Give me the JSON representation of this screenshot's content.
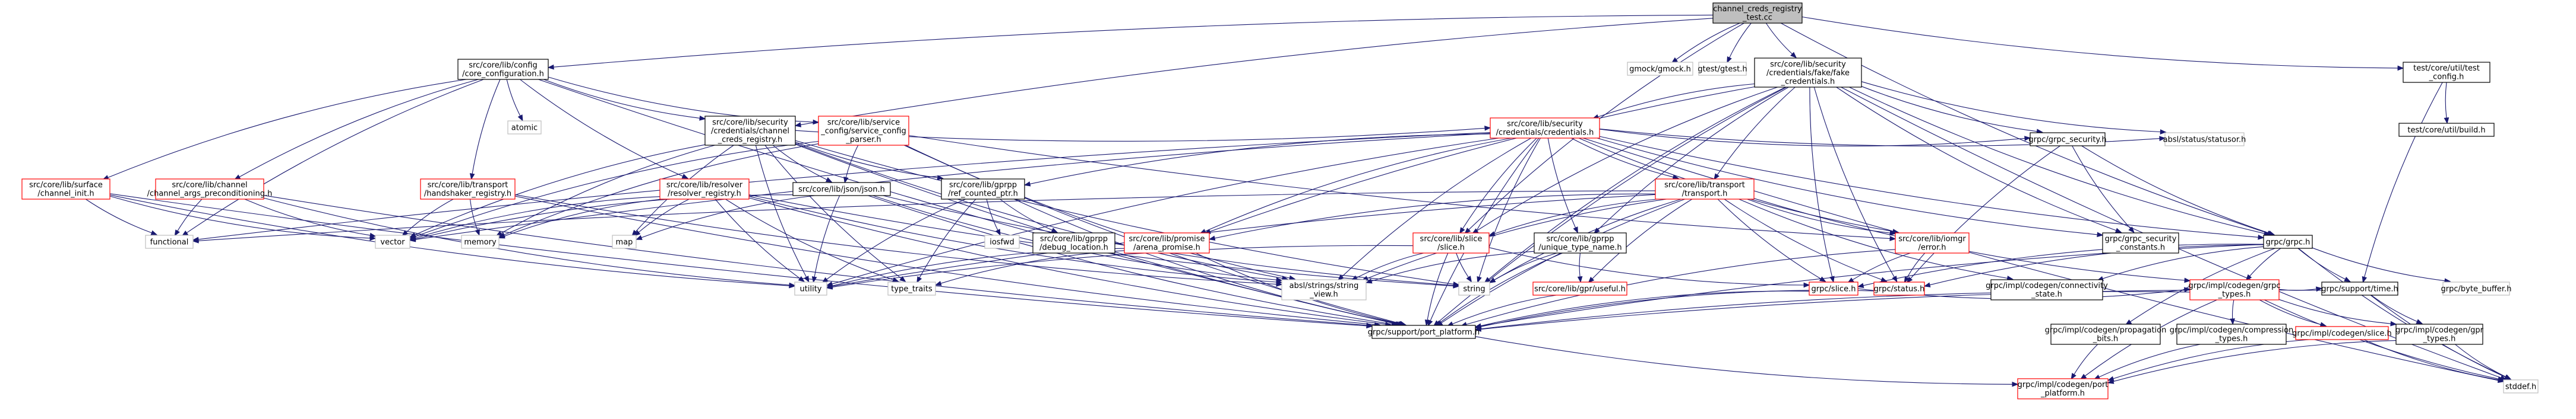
{
  "colors": {
    "edge": "#191970",
    "root_fill": "#bfbfbf",
    "node_fill": "#ffffff",
    "node_border": "#000000",
    "red_border": "#ff0000",
    "gray_border": "#bfbfbf",
    "gray_text": "#7f7f7f"
  },
  "nodes": [
    {
      "id": "root",
      "lines": [
        "channel_creds_registry",
        "_test.cc"
      ],
      "style": "root"
    },
    {
      "id": "config",
      "lines": [
        "src/core/lib/config",
        "/core_configuration.h"
      ],
      "style": "black"
    },
    {
      "id": "gmock",
      "lines": [
        "gmock/gmock.h"
      ],
      "style": "gray"
    },
    {
      "id": "gtest",
      "lines": [
        "gtest/gtest.h"
      ],
      "style": "gray"
    },
    {
      "id": "fakecreds",
      "lines": [
        "src/core/lib/security",
        "/credentials/fake/fake",
        "_credentials.h"
      ],
      "style": "black"
    },
    {
      "id": "testcfg",
      "lines": [
        "test/core/util/test",
        "_config.h"
      ],
      "style": "black"
    },
    {
      "id": "buildh",
      "lines": [
        "test/core/util/build.h"
      ],
      "style": "black"
    },
    {
      "id": "atomic",
      "lines": [
        "atomic"
      ],
      "style": "gray"
    },
    {
      "id": "chcredsreg",
      "lines": [
        "src/core/lib/security",
        "/credentials/channel",
        "_creds_registry.h"
      ],
      "style": "black"
    },
    {
      "id": "svcconfig",
      "lines": [
        "src/core/lib/service",
        "_config/service_config",
        "_parser.h"
      ],
      "style": "red"
    },
    {
      "id": "credsh",
      "lines": [
        "src/core/lib/security",
        "/credentials/credentials.h"
      ],
      "style": "red"
    },
    {
      "id": "surface",
      "lines": [
        "src/core/lib/surface",
        "/channel_init.h"
      ],
      "style": "red"
    },
    {
      "id": "chargs",
      "lines": [
        "src/core/lib/channel",
        "/channel_args_preconditioning.h"
      ],
      "style": "red"
    },
    {
      "id": "handshaker",
      "lines": [
        "src/core/lib/transport",
        "/handshaker_registry.h"
      ],
      "style": "red"
    },
    {
      "id": "resolver",
      "lines": [
        "src/core/lib/resolver",
        "/resolver_registry.h"
      ],
      "style": "red"
    },
    {
      "id": "jsonh",
      "lines": [
        "src/core/lib/json/json.h"
      ],
      "style": "black"
    },
    {
      "id": "refcounted",
      "lines": [
        "src/core/lib/gprpp",
        "/ref_counted_ptr.h"
      ],
      "style": "black"
    },
    {
      "id": "transporth",
      "lines": [
        "src/core/lib/transport",
        "/transport.h"
      ],
      "style": "red"
    },
    {
      "id": "grpcsecurity",
      "lines": [
        "grpc/grpc_security.h"
      ],
      "style": "black"
    },
    {
      "id": "statusor",
      "lines": [
        "absl/status/statusor.h"
      ],
      "style": "gray"
    },
    {
      "id": "securityconst",
      "lines": [
        "grpc/grpc_security",
        "_constants.h"
      ],
      "style": "black"
    },
    {
      "id": "grpch",
      "lines": [
        "grpc/grpc.h"
      ],
      "style": "black"
    },
    {
      "id": "functional",
      "lines": [
        "functional"
      ],
      "style": "gray"
    },
    {
      "id": "vector",
      "lines": [
        "vector"
      ],
      "style": "gray"
    },
    {
      "id": "memory",
      "lines": [
        "memory"
      ],
      "style": "gray"
    },
    {
      "id": "map",
      "lines": [
        "map"
      ],
      "style": "gray"
    },
    {
      "id": "iosfwd",
      "lines": [
        "iosfwd"
      ],
      "style": "gray"
    },
    {
      "id": "debugloc",
      "lines": [
        "src/core/lib/gprpp",
        "/debug_location.h"
      ],
      "style": "black"
    },
    {
      "id": "arena",
      "lines": [
        "src/core/lib/promise",
        "/arena_promise.h"
      ],
      "style": "red"
    },
    {
      "id": "sliceh",
      "lines": [
        "src/core/lib/slice",
        "/slice.h"
      ],
      "style": "red"
    },
    {
      "id": "uniquetype",
      "lines": [
        "src/core/lib/gprpp",
        "/unique_type_name.h"
      ],
      "style": "black"
    },
    {
      "id": "iomgrerror",
      "lines": [
        "src/core/lib/iomgr",
        "/error.h"
      ],
      "style": "red"
    },
    {
      "id": "utility",
      "lines": [
        "utility"
      ],
      "style": "gray"
    },
    {
      "id": "typetraits",
      "lines": [
        "type_traits"
      ],
      "style": "gray"
    },
    {
      "id": "stringview",
      "lines": [
        "absl/strings/string",
        "_view.h"
      ],
      "style": "gray"
    },
    {
      "id": "string",
      "lines": [
        "string"
      ],
      "style": "gray"
    },
    {
      "id": "useful",
      "lines": [
        "src/core/lib/gpr/useful.h"
      ],
      "style": "red"
    },
    {
      "id": "grpcslice",
      "lines": [
        "grpc/slice.h"
      ],
      "style": "red"
    },
    {
      "id": "grpcstatus",
      "lines": [
        "grpc/status.h"
      ],
      "style": "red"
    },
    {
      "id": "connstate",
      "lines": [
        "grpc/impl/codegen/connectivity",
        "_state.h"
      ],
      "style": "black"
    },
    {
      "id": "grpctypes",
      "lines": [
        "grpc/impl/codegen/grpc",
        "_types.h"
      ],
      "style": "red"
    },
    {
      "id": "timeh",
      "lines": [
        "grpc/support/time.h"
      ],
      "style": "black"
    },
    {
      "id": "bytebuffer",
      "lines": [
        "grpc/byte_buffer.h"
      ],
      "style": "gray"
    },
    {
      "id": "portplatform",
      "lines": [
        "grpc/support/port_platform.h"
      ],
      "style": "black"
    },
    {
      "id": "propagation",
      "lines": [
        "grpc/impl/codegen/propagation",
        "_bits.h"
      ],
      "style": "black"
    },
    {
      "id": "compression",
      "lines": [
        "grpc/impl/codegen/compression",
        "_types.h"
      ],
      "style": "black"
    },
    {
      "id": "codegenslice",
      "lines": [
        "grpc/impl/codegen/slice.h"
      ],
      "style": "red"
    },
    {
      "id": "gprtypes",
      "lines": [
        "grpc/impl/codegen/gpr",
        "_types.h"
      ],
      "style": "black"
    },
    {
      "id": "codegenport",
      "lines": [
        "grpc/impl/codegen/port",
        "_platform.h"
      ],
      "style": "red"
    },
    {
      "id": "stddef",
      "lines": [
        "stddef.h"
      ],
      "style": "gray"
    }
  ],
  "edges": [
    [
      "root",
      "config"
    ],
    [
      "root",
      "gmock"
    ],
    [
      "root",
      "gtest"
    ],
    [
      "root",
      "fakecreds"
    ],
    [
      "root",
      "testcfg"
    ],
    [
      "root",
      "chcredsreg"
    ],
    [
      "root",
      "sliceh"
    ],
    [
      "root",
      "grpch"
    ],
    [
      "config",
      "atomic"
    ],
    [
      "config",
      "surface"
    ],
    [
      "config",
      "chargs"
    ],
    [
      "config",
      "handshaker"
    ],
    [
      "config",
      "resolver"
    ],
    [
      "config",
      "chcredsreg"
    ],
    [
      "config",
      "svcconfig"
    ],
    [
      "config",
      "functional"
    ],
    [
      "config",
      "portplatform"
    ],
    [
      "fakecreds",
      "credsh"
    ],
    [
      "fakecreds",
      "grpcsecurity"
    ],
    [
      "fakecreds",
      "statusor"
    ],
    [
      "fakecreds",
      "securityconst"
    ],
    [
      "fakecreds",
      "grpch"
    ],
    [
      "fakecreds",
      "arena"
    ],
    [
      "fakecreds",
      "transporth"
    ],
    [
      "fakecreds",
      "uniquetype"
    ],
    [
      "fakecreds",
      "sliceh"
    ],
    [
      "fakecreds",
      "string"
    ],
    [
      "fakecreds",
      "grpcslice"
    ],
    [
      "fakecreds",
      "grpcstatus"
    ],
    [
      "fakecreds",
      "portplatform"
    ],
    [
      "fakecreds",
      "stddef"
    ],
    [
      "testcfg",
      "buildh"
    ],
    [
      "testcfg",
      "timeh"
    ],
    [
      "chcredsreg",
      "jsonh"
    ],
    [
      "chcredsreg",
      "refcounted"
    ],
    [
      "chcredsreg",
      "map"
    ],
    [
      "chcredsreg",
      "memory"
    ],
    [
      "chcredsreg",
      "string"
    ],
    [
      "chcredsreg",
      "utility"
    ],
    [
      "chcredsreg",
      "vector"
    ],
    [
      "chcredsreg",
      "stringview"
    ],
    [
      "chcredsreg",
      "portplatform"
    ],
    [
      "chcredsreg",
      "credsh"
    ],
    [
      "chcredsreg",
      "typetraits"
    ],
    [
      "svcconfig",
      "jsonh"
    ],
    [
      "svcconfig",
      "vector"
    ],
    [
      "svcconfig",
      "memory"
    ],
    [
      "svcconfig",
      "stringview"
    ],
    [
      "svcconfig",
      "iomgrerror"
    ],
    [
      "svcconfig",
      "portplatform"
    ],
    [
      "credsh",
      "grpcsecurity"
    ],
    [
      "credsh",
      "statusor"
    ],
    [
      "credsh",
      "securityconst"
    ],
    [
      "credsh",
      "grpch"
    ],
    [
      "credsh",
      "refcounted"
    ],
    [
      "credsh",
      "transporth"
    ],
    [
      "credsh",
      "arena"
    ],
    [
      "credsh",
      "sliceh"
    ],
    [
      "credsh",
      "uniquetype"
    ],
    [
      "credsh",
      "iomgrerror"
    ],
    [
      "credsh",
      "utility"
    ],
    [
      "credsh",
      "vector"
    ],
    [
      "credsh",
      "string"
    ],
    [
      "credsh",
      "stringview"
    ],
    [
      "credsh",
      "portplatform"
    ],
    [
      "credsh",
      "stddef"
    ],
    [
      "credsh",
      "functional"
    ],
    [
      "surface",
      "functional"
    ],
    [
      "surface",
      "utility"
    ],
    [
      "surface",
      "vector"
    ],
    [
      "surface",
      "portplatform"
    ],
    [
      "chargs",
      "functional"
    ],
    [
      "chargs",
      "vector"
    ],
    [
      "chargs",
      "portplatform"
    ],
    [
      "chargs",
      "utility"
    ],
    [
      "handshaker",
      "memory"
    ],
    [
      "handshaker",
      "vector"
    ],
    [
      "handshaker",
      "portplatform"
    ],
    [
      "handshaker",
      "stringview"
    ],
    [
      "resolver",
      "map"
    ],
    [
      "resolver",
      "memory"
    ],
    [
      "resolver",
      "string"
    ],
    [
      "resolver",
      "utility"
    ],
    [
      "resolver",
      "vector"
    ],
    [
      "resolver",
      "stringview"
    ],
    [
      "resolver",
      "portplatform"
    ],
    [
      "resolver",
      "typetraits"
    ],
    [
      "jsonh",
      "map"
    ],
    [
      "jsonh",
      "string"
    ],
    [
      "jsonh",
      "utility"
    ],
    [
      "jsonh",
      "vector"
    ],
    [
      "jsonh",
      "stringview"
    ],
    [
      "jsonh",
      "portplatform"
    ],
    [
      "refcounted",
      "iosfwd"
    ],
    [
      "refcounted",
      "typetraits"
    ],
    [
      "refcounted",
      "utility"
    ],
    [
      "refcounted",
      "debugloc"
    ],
    [
      "refcounted",
      "portplatform"
    ],
    [
      "transporth",
      "arena"
    ],
    [
      "transporth",
      "sliceh"
    ],
    [
      "transporth",
      "iomgrerror"
    ],
    [
      "transporth",
      "grpcslice"
    ],
    [
      "transporth",
      "grpcstatus"
    ],
    [
      "transporth",
      "string"
    ],
    [
      "transporth",
      "utility"
    ],
    [
      "transporth",
      "stringview"
    ],
    [
      "transporth",
      "portplatform"
    ],
    [
      "transporth",
      "useful"
    ],
    [
      "transporth",
      "connstate"
    ],
    [
      "transporth",
      "grpctypes"
    ],
    [
      "transporth",
      "functional"
    ],
    [
      "grpcsecurity",
      "grpch"
    ],
    [
      "grpcsecurity",
      "securityconst"
    ],
    [
      "grpcsecurity",
      "grpcstatus"
    ],
    [
      "grpch",
      "grpctypes"
    ],
    [
      "grpch",
      "bytebuffer"
    ],
    [
      "grpch",
      "timeh"
    ],
    [
      "grpch",
      "grpcslice"
    ],
    [
      "grpch",
      "grpcstatus"
    ],
    [
      "grpch",
      "connstate"
    ],
    [
      "grpch",
      "propagation"
    ],
    [
      "grpch",
      "portplatform"
    ],
    [
      "grpch",
      "stddef"
    ],
    [
      "arena",
      "portplatform"
    ],
    [
      "arena",
      "utility"
    ],
    [
      "arena",
      "typetraits"
    ],
    [
      "sliceh",
      "string"
    ],
    [
      "sliceh",
      "grpcslice"
    ],
    [
      "sliceh",
      "portplatform"
    ],
    [
      "sliceh",
      "stringview"
    ],
    [
      "sliceh",
      "utility"
    ],
    [
      "uniquetype",
      "useful"
    ],
    [
      "uniquetype",
      "string"
    ],
    [
      "uniquetype",
      "stringview"
    ],
    [
      "uniquetype",
      "portplatform"
    ],
    [
      "iomgrerror",
      "grpcstatus"
    ],
    [
      "iomgrerror",
      "grpcslice"
    ],
    [
      "iomgrerror",
      "portplatform"
    ],
    [
      "useful",
      "portplatform"
    ],
    [
      "grpcslice",
      "grpctypes"
    ],
    [
      "grpcslice",
      "portplatform"
    ],
    [
      "grpcstatus",
      "portplatform"
    ],
    [
      "grpctypes",
      "portplatform"
    ],
    [
      "grpctypes",
      "compression"
    ],
    [
      "grpctypes",
      "codegenslice"
    ],
    [
      "grpctypes",
      "gprtypes"
    ],
    [
      "grpctypes",
      "stddef"
    ],
    [
      "grpctypes",
      "timeh"
    ],
    [
      "grpctypes",
      "codegenport"
    ],
    [
      "timeh",
      "gprtypes"
    ],
    [
      "timeh",
      "stddef"
    ],
    [
      "timeh",
      "portplatform"
    ],
    [
      "propagation",
      "codegenport"
    ],
    [
      "compression",
      "codegenport"
    ],
    [
      "codegenslice",
      "codegenport"
    ],
    [
      "codegenslice",
      "stddef"
    ],
    [
      "gprtypes",
      "stddef"
    ],
    [
      "gprtypes",
      "codegenport"
    ],
    [
      "portplatform",
      "codegenport"
    ]
  ]
}
